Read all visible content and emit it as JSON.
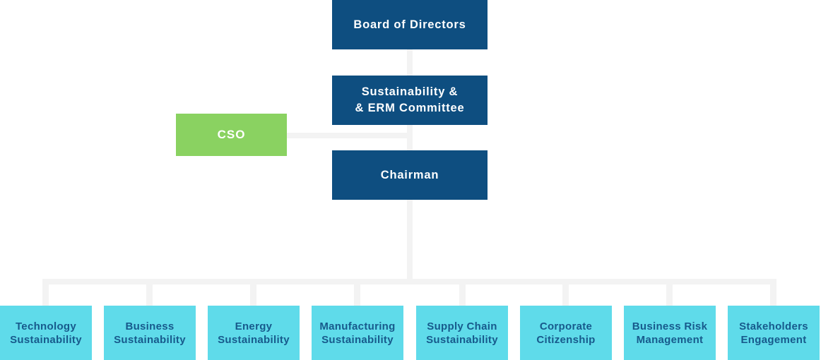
{
  "colors": {
    "primary-blue": "#0E4E80",
    "green": "#8AD261",
    "cyan": "#5FDBEA",
    "connector": "#F3F3F3",
    "dept-text": "#175A8C",
    "box-text": "#FFFFFF"
  },
  "org_chart": {
    "board": {
      "label": "Board of Directors"
    },
    "committee": {
      "label": "Sustainability &\n& ERM Committee"
    },
    "cso": {
      "label": "CSO"
    },
    "chairman": {
      "label": "Chairman"
    },
    "departments": [
      {
        "label": "Technology\nSustainability"
      },
      {
        "label": "Business\nSustainability"
      },
      {
        "label": "Energy\nSustainability"
      },
      {
        "label": "Manufacturing\nSustainability"
      },
      {
        "label": "Supply Chain\nSustainability"
      },
      {
        "label": "Corporate\nCitizenship"
      },
      {
        "label": "Business Risk\nManagement"
      },
      {
        "label": "Stakeholders\nEngagement"
      }
    ]
  }
}
